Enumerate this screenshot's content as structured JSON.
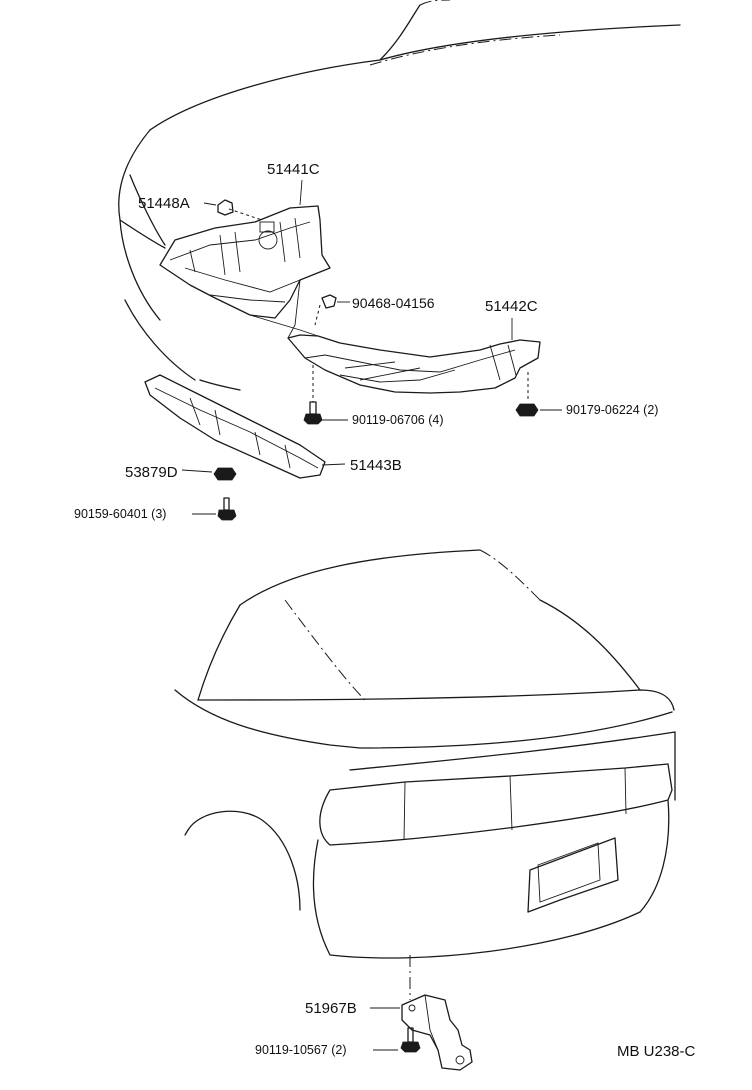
{
  "labels": {
    "p51441c": "51441C",
    "p51448a": "51448A",
    "p90468": "90468-04156",
    "p51442c": "51442C",
    "p90119_06706": "90119-06706 (4)",
    "p90179": "90179-06224 (2)",
    "p53879d": "53879D",
    "p51443b": "51443B",
    "p90159": "90159-60401 (3)",
    "p51967b": "51967B",
    "p90119_10567": "90119-10567 (2)",
    "drawing_code": "MB U238-C"
  }
}
